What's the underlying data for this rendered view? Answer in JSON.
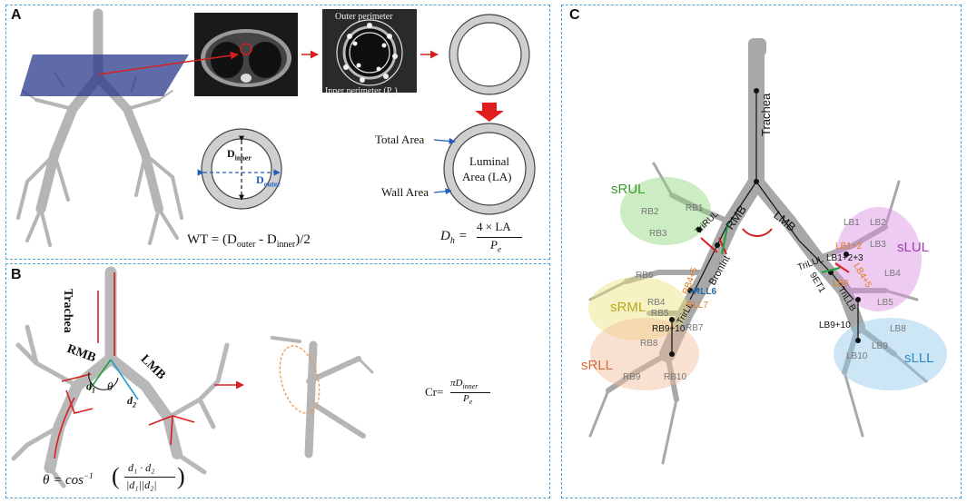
{
  "panels": {
    "a": "A",
    "b": "B",
    "c": "C"
  },
  "panel_a": {
    "outer_perimeter": "Outer perimeter",
    "inner_perimeter": "Inner perimeter (P",
    "inner_perimeter_sub": "e",
    "inner_perimeter_close": ")",
    "d_inner_main": "D",
    "d_inner_sub": "inner",
    "d_outer_main": "D",
    "d_outer_sub": "outer",
    "wt_formula": "WT = (D",
    "wt_sub1": "outer",
    "wt_mid": " - D",
    "wt_sub2": "inner",
    "wt_end": ")/2",
    "total_area": "Total Area",
    "wall_area": "Wall Area",
    "luminal_area_1": "Luminal",
    "luminal_area_2": "Area (LA)",
    "dh_lhs": "D",
    "dh_sub": "h",
    "dh_num": "4 × LA",
    "dh_den": "P",
    "dh_den_sub": "e"
  },
  "panel_b": {
    "trachea": "Trachea",
    "rmb": "RMB",
    "lmb": "LMB",
    "theta": "θ",
    "d1": "d",
    "d1_sub": "1",
    "d2": "d",
    "d2_sub": "2",
    "cr_lhs": "Cr=",
    "cr_num": "πD",
    "cr_num_sub": "inner",
    "cr_den": "P",
    "cr_den_sub": "e",
    "theta_formula_lhs": "θ = cos",
    "theta_formula_sup": "−1",
    "theta_formula_num": "d₁ · d₂",
    "theta_formula_den": "|d₁||d₂|"
  },
  "panel_c": {
    "trachea": "Trachea",
    "rmb": "RMB",
    "lmb": "LMB",
    "bronint": "BronInt",
    "triRUL": "TriRUL",
    "triLUL": "TriLUL",
    "trilLB": "TriLLB",
    "trirLL": "TrirLL",
    "rll6": "RLL6",
    "rll7": "RLL7",
    "rb45": "RB4+5",
    "lb6": "LB6",
    "lb45": "LB4+5",
    "lmb_lb6_vert": "9ET1",
    "rb9_10": "RB9+10",
    "lb9_10": "LB9+10",
    "lb123_orange": "LB1+2",
    "lb123_black": "LB1+2+3",
    "regions": {
      "sRUL": "sRUL",
      "sRML": "sRML",
      "sRLL": "sRLL",
      "sLUL": "sLUL",
      "sLLL": "sLLL"
    },
    "segments": {
      "rb1": "RB1",
      "rb2": "RB2",
      "rb3": "RB3",
      "rb4": "RB4",
      "rb5": "RB5",
      "rb6": "RB6",
      "rb7": "RB7",
      "rb8": "RB8",
      "rb9": "RB9",
      "rb10": "RB10",
      "lb1": "LB1",
      "lb2": "LB2",
      "lb3": "LB3",
      "lb4": "LB4",
      "lb5": "LB5",
      "lb8": "LB8",
      "lb9": "LB9",
      "lb10": "LB10"
    }
  },
  "colors": {
    "panel_border": "#4aa3d6",
    "red": "#d62020",
    "blue_label": "#1f5fbf",
    "sRUL": "#8fd47a",
    "sRML": "#e8e070",
    "sRLL": "#f2b890",
    "sLUL": "#d98be0",
    "sLLL": "#8fc8ec",
    "airway": "#b8b8b8"
  }
}
